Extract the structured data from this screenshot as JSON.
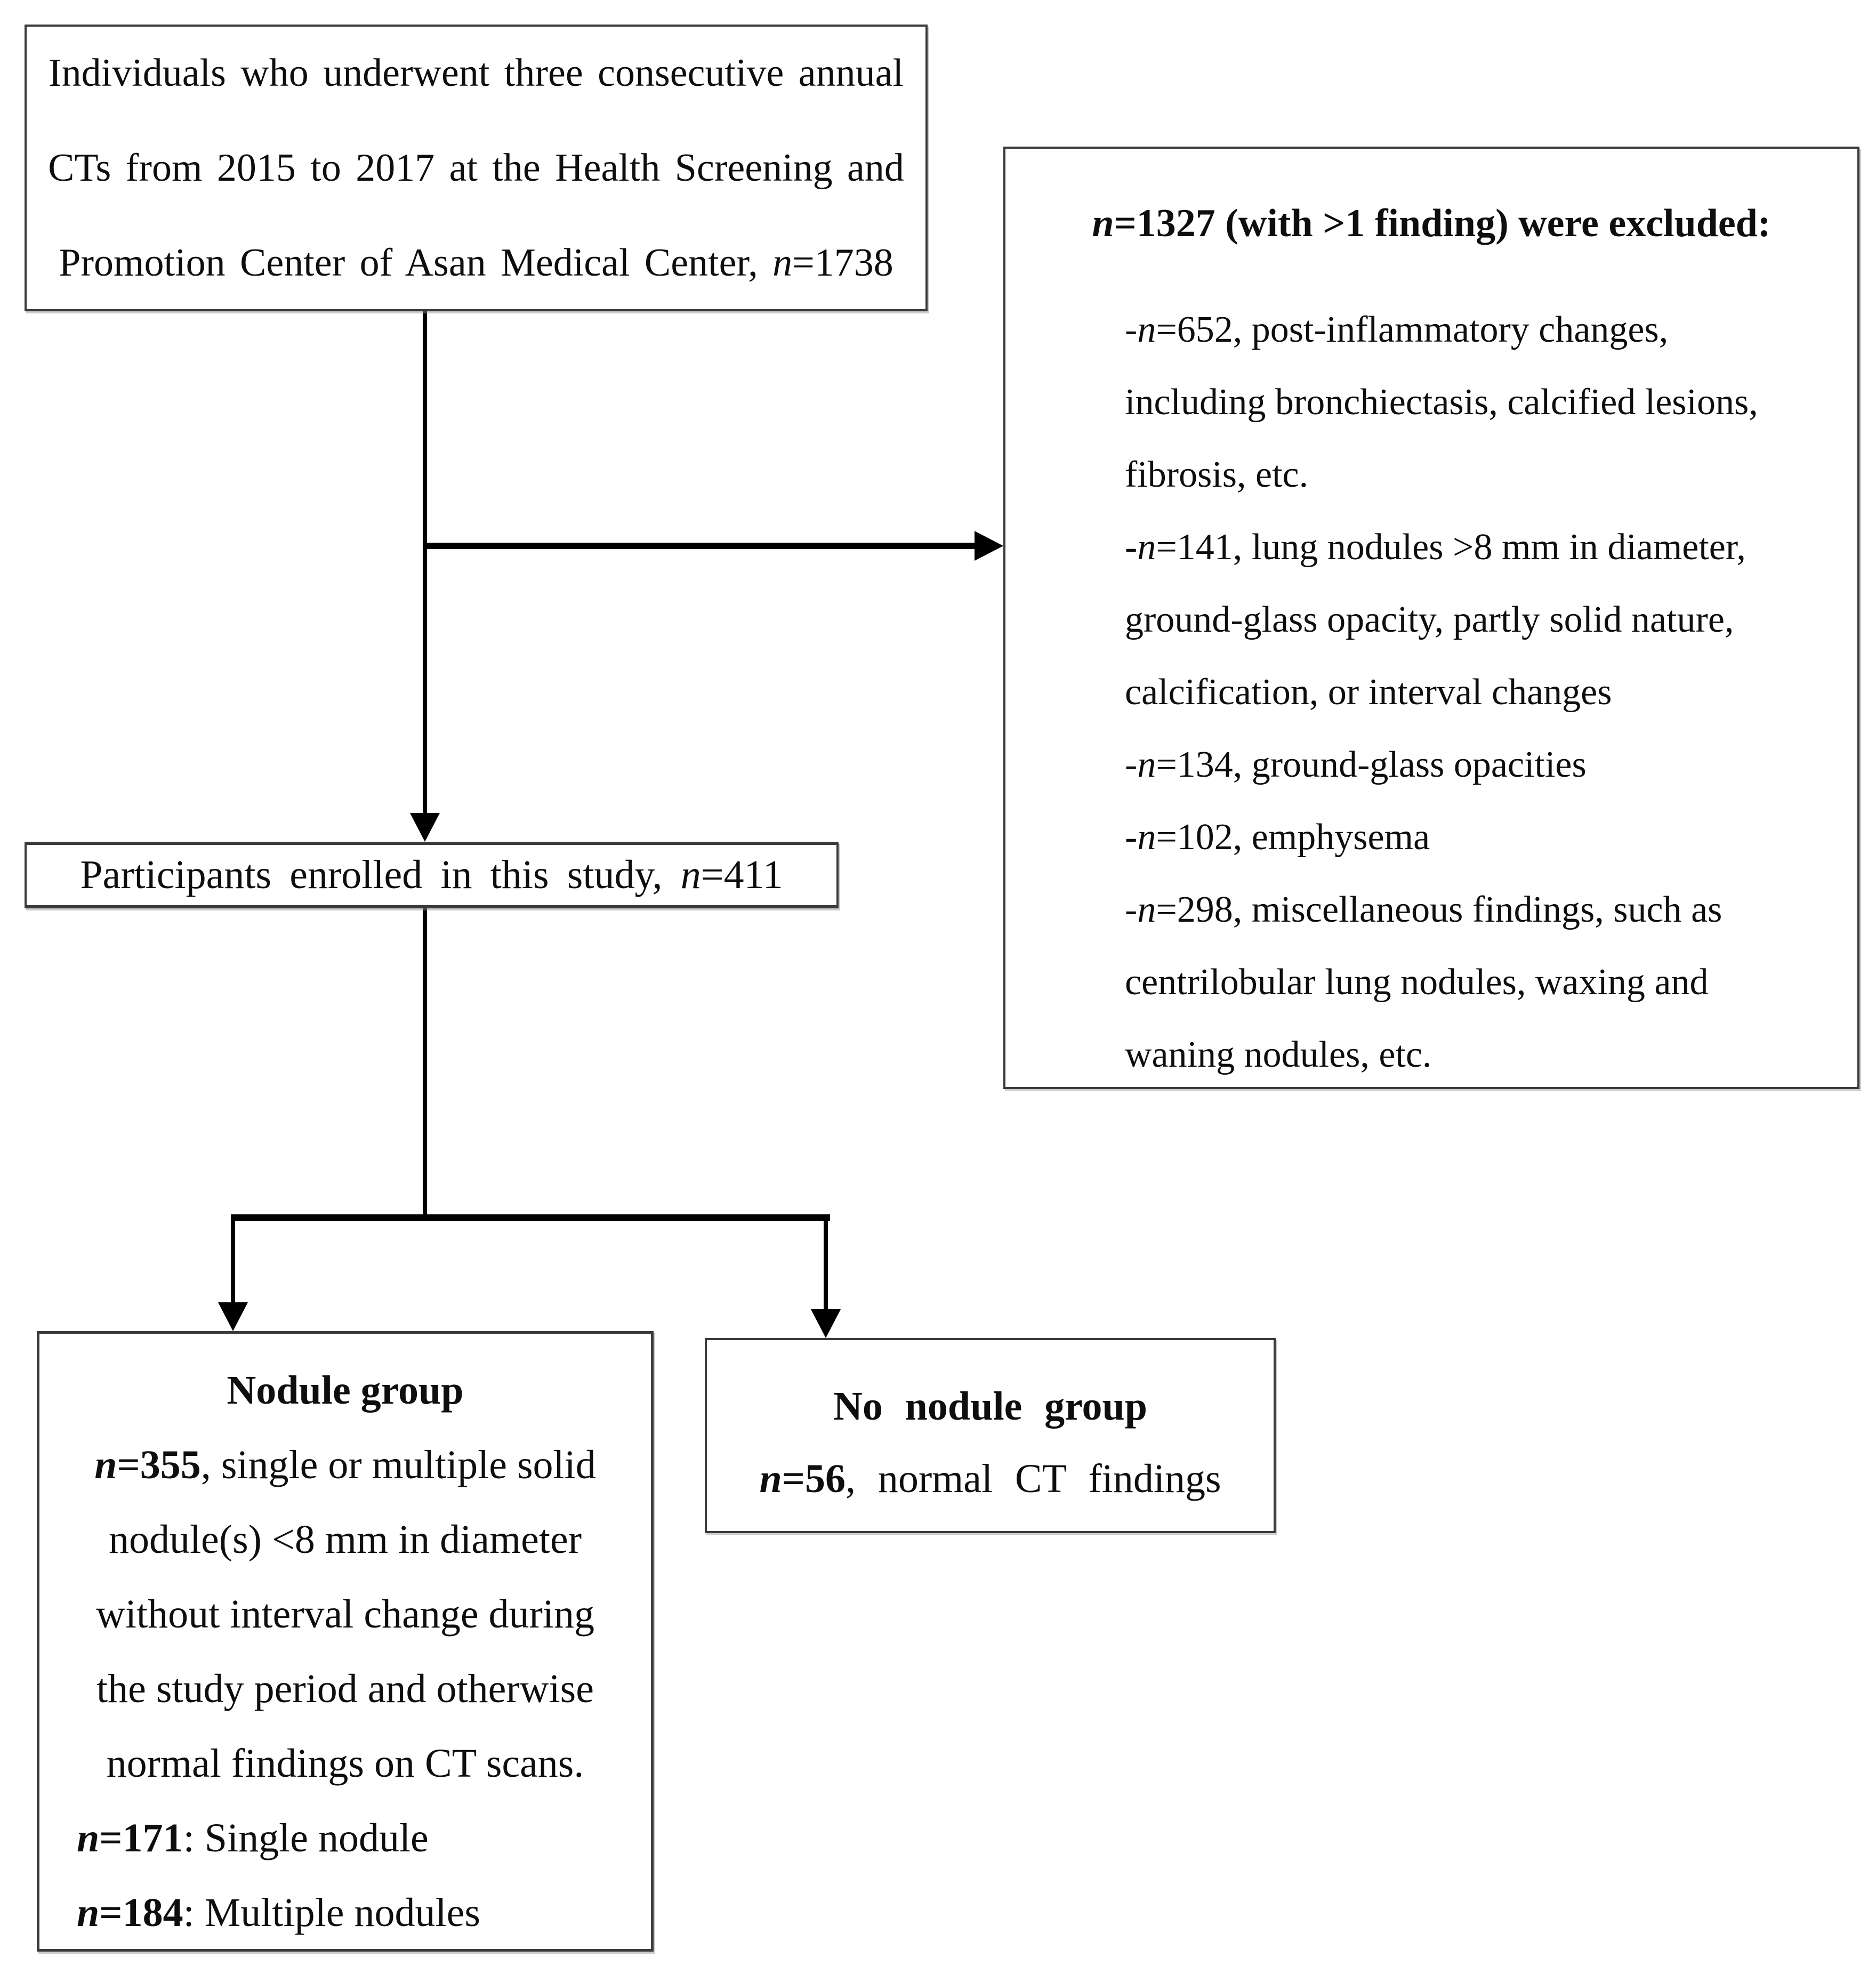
{
  "colors": {
    "background": "#ffffff",
    "line": "#000000",
    "border": "#3b3b3b",
    "text": "#0e0e0e"
  },
  "boxes": {
    "eligible": {
      "lines": [
        [
          {
            "t": "Individuals who underwent three consecutive annual",
            "s": "r"
          }
        ],
        [
          {
            "t": "CTs from 2015 to 2017 at the Health Screening and",
            "s": "r"
          }
        ],
        [
          {
            "t": "Promotion Center of Asan Medical Center, ",
            "s": "r"
          },
          {
            "t": "n",
            "s": "i"
          },
          {
            "t": "=1738",
            "s": "r"
          }
        ]
      ]
    },
    "excluded": {
      "title": [
        {
          "t": "n",
          "s": "bi"
        },
        {
          "t": "=1327 (with >1 finding) were excluded:",
          "s": "b"
        }
      ],
      "items": [
        [
          {
            "t": "-",
            "s": "r"
          },
          {
            "t": "n",
            "s": "i"
          },
          {
            "t": "=652, post-inflammatory changes,",
            "s": "r"
          }
        ],
        [
          {
            "t": "including bronchiectasis, calcified lesions,",
            "s": "r"
          }
        ],
        [
          {
            "t": "fibrosis, etc.",
            "s": "r"
          }
        ],
        [
          {
            "t": "-",
            "s": "r"
          },
          {
            "t": "n",
            "s": "i"
          },
          {
            "t": "=141, lung nodules >8 mm in diameter,",
            "s": "r"
          }
        ],
        [
          {
            "t": "ground-glass opacity, partly solid nature,",
            "s": "r"
          }
        ],
        [
          {
            "t": "calcification, or interval changes",
            "s": "r"
          }
        ],
        [
          {
            "t": "-",
            "s": "r"
          },
          {
            "t": "n",
            "s": "i"
          },
          {
            "t": "=134, ground-glass opacities",
            "s": "r"
          }
        ],
        [
          {
            "t": "-",
            "s": "r"
          },
          {
            "t": "n",
            "s": "i"
          },
          {
            "t": "=102, emphysema",
            "s": "r"
          }
        ],
        [
          {
            "t": "-",
            "s": "r"
          },
          {
            "t": "n",
            "s": "i"
          },
          {
            "t": "=298, miscellaneous findings, such as",
            "s": "r"
          }
        ],
        [
          {
            "t": "centrilobular lung nodules, waxing and",
            "s": "r"
          }
        ],
        [
          {
            "t": "waning nodules, etc.",
            "s": "r"
          }
        ]
      ]
    },
    "enrolled": {
      "line": [
        {
          "t": "Participants enrolled in this study, ",
          "s": "r"
        },
        {
          "t": "n",
          "s": "i"
        },
        {
          "t": "=411",
          "s": "r"
        }
      ]
    },
    "nodule": {
      "title": [
        {
          "t": "Nodule group",
          "s": "b"
        }
      ],
      "body": [
        [
          {
            "t": "n",
            "s": "bi"
          },
          {
            "t": "=355",
            "s": "b"
          },
          {
            "t": ", single or multiple solid",
            "s": "r"
          }
        ],
        [
          {
            "t": "nodule(s) <8 mm in diameter",
            "s": "r"
          }
        ],
        [
          {
            "t": "without interval change during",
            "s": "r"
          }
        ],
        [
          {
            "t": "the study period and otherwise",
            "s": "r"
          }
        ],
        [
          {
            "t": "normal findings on CT scans.",
            "s": "r"
          }
        ]
      ],
      "stats": [
        [
          {
            "t": "n",
            "s": "bi"
          },
          {
            "t": "=171",
            "s": "b"
          },
          {
            "t": ": Single nodule",
            "s": "r"
          }
        ],
        [
          {
            "t": "n",
            "s": "bi"
          },
          {
            "t": "=184",
            "s": "b"
          },
          {
            "t": ": Multiple nodules",
            "s": "r"
          }
        ]
      ]
    },
    "no_nodule": {
      "title": [
        {
          "t": "No nodule group",
          "s": "b"
        }
      ],
      "body": [
        {
          "t": "n",
          "s": "bi"
        },
        {
          "t": "=56",
          "s": "b"
        },
        {
          "t": ", normal CT findings",
          "s": "r"
        }
      ]
    }
  }
}
